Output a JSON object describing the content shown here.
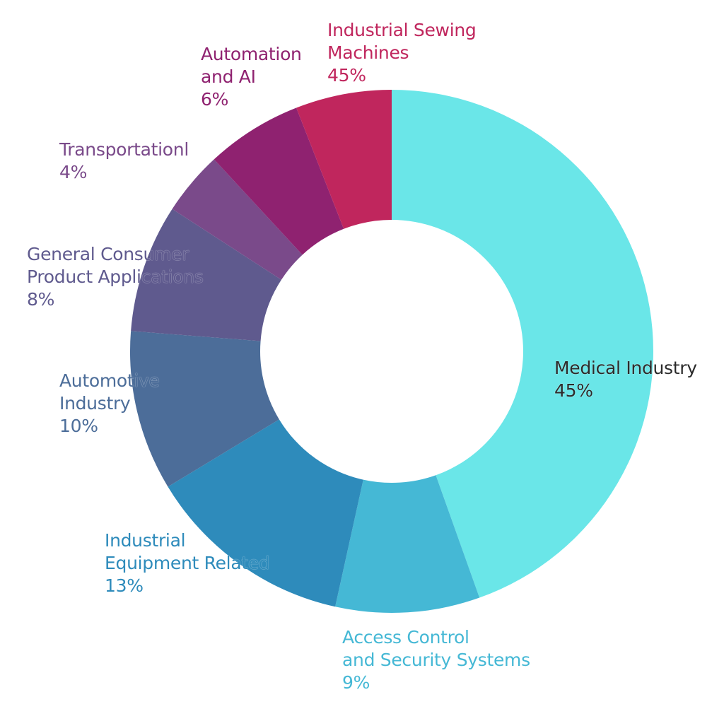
{
  "chart_data": {
    "type": "pie",
    "donut": true,
    "legend": "none",
    "grid": false,
    "slices": [
      {
        "label_lines": [
          "Medical Industry"
        ],
        "value_text": "45%",
        "value": 45,
        "color": "#6ae6e8",
        "label_color": "#2b2b2b"
      },
      {
        "label_lines": [
          "Access Control",
          "and Security Systems"
        ],
        "value_text": "9%",
        "value": 9,
        "color": "#45b8d5",
        "label_color": "#45b8d5"
      },
      {
        "label_lines": [
          "Industrial",
          "Equipment Related"
        ],
        "value_text": "13%",
        "value": 13,
        "color": "#2e8bbb",
        "label_color": "#2e8bbb"
      },
      {
        "label_lines": [
          "Automotive",
          "Industry"
        ],
        "value_text": "10%",
        "value": 10,
        "color": "#4c6d99",
        "label_color": "#4c6d99"
      },
      {
        "label_lines": [
          "General Consumer",
          "Product Applications"
        ],
        "value_text": "8%",
        "value": 8,
        "color": "#5f5a8e",
        "label_color": "#5f5a8e"
      },
      {
        "label_lines": [
          "Transportationl"
        ],
        "value_text": "4%",
        "value": 4,
        "color": "#7a4a8a",
        "label_color": "#7a4a8a"
      },
      {
        "label_lines": [
          "Automation",
          "and AI"
        ],
        "value_text": "6%",
        "value": 6,
        "color": "#8f2270",
        "label_color": "#8f2270"
      },
      {
        "label_lines": [
          "Industrial Sewing",
          "Machines"
        ],
        "value_text": "45%",
        "value": 6,
        "color": "#c0265d",
        "label_color": "#c0265d"
      }
    ]
  }
}
